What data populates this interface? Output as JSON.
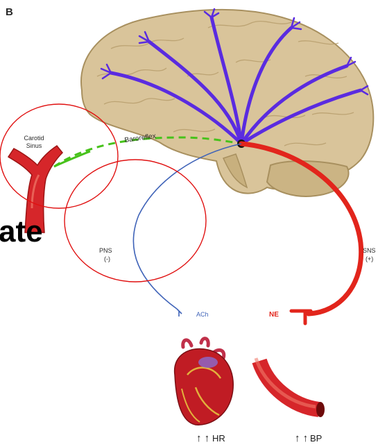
{
  "panel_label": "B",
  "labels": {
    "carotid_line1": "Carotid",
    "carotid_line2": "Sinus",
    "baroreflex": "Baroreflex",
    "pns_line1": "PNS",
    "pns_line2": "(-)",
    "sns_line1": "SNS",
    "sns_line2": "(+)",
    "ach": "ACh",
    "ne": "NE",
    "partial_word": "ate",
    "hr_arrows": "↑ ↑",
    "hr": "HR",
    "bp_arrows": "↑ ↑",
    "bp": "BP"
  },
  "colors": {
    "brain_fill": "#d9c49a",
    "brain_stroke": "#a8905f",
    "blue_paths": "#5a2be0",
    "green_pathway": "#47c21b",
    "sns_red": "#e2251c",
    "pns_blue": "#3f63b8",
    "artery": "#d6262a",
    "annotation_circle": "#e01010",
    "ne_text": "#e2251c",
    "ach_text": "#3f63b8"
  }
}
